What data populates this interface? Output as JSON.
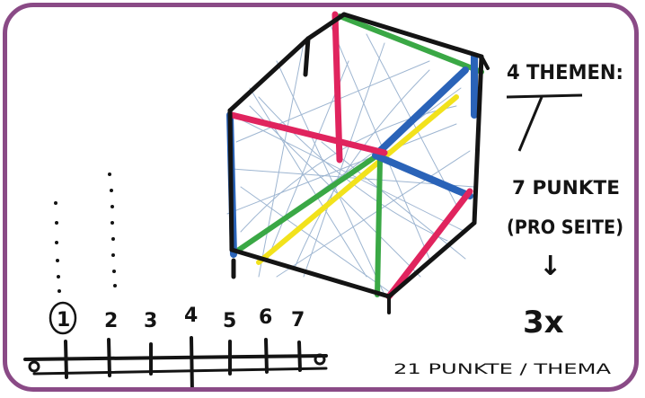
{
  "notes": {
    "topics": "4 THEMEN:",
    "points_line1": "7 PUNKTE",
    "points_line2": "(PRO SEITE)",
    "arrow": "↓",
    "multiplier": "3x",
    "total": "21 PUNKTE / THEMA"
  },
  "scale": {
    "labels": [
      "1",
      "2",
      "3",
      "4",
      "5",
      "6",
      "7"
    ],
    "circled_label_index": 0
  },
  "colors": {
    "frame": "#8a4a86",
    "ink": "#141414",
    "red": "#e0245e",
    "blue": "#2a63b8",
    "green": "#3aa845",
    "yellow": "#f2e21c",
    "thread": "#8da9c9"
  }
}
